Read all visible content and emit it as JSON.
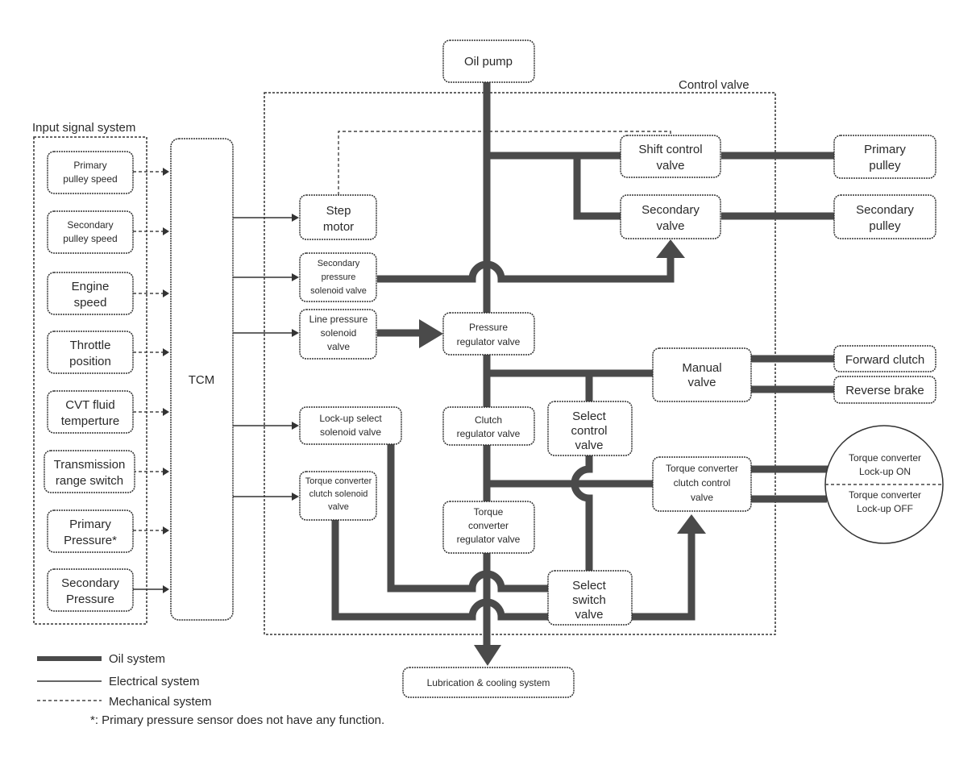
{
  "diagram": {
    "groups": {
      "input_signal_system": "Input signal system",
      "control_valve": "Control valve"
    },
    "inputs": [
      {
        "line1": "Primary",
        "line2": "pulley speed"
      },
      {
        "line1": "Secondary",
        "line2": "pulley speed"
      },
      {
        "line1": "Engine",
        "line2": "speed"
      },
      {
        "line1": "Throttle",
        "line2": "position"
      },
      {
        "line1": "CVT fluid",
        "line2": "temperture"
      },
      {
        "line1": "Transmission",
        "line2": "range switch"
      },
      {
        "line1": "Primary",
        "line2": "Pressure*"
      },
      {
        "line1": "Secondary",
        "line2": "Pressure"
      }
    ],
    "tcm": "TCM",
    "oil_pump": "Oil pump",
    "solenoids": {
      "step_motor": [
        "Step",
        "motor"
      ],
      "secondary_pressure_solenoid": [
        "Secondary",
        "pressure",
        "solenoid valve"
      ],
      "line_pressure_solenoid": [
        "Line pressure",
        "solenoid",
        "valve"
      ],
      "lockup_select_solenoid": [
        "Lock-up select",
        "solenoid valve"
      ],
      "tc_clutch_solenoid": [
        "Torque converter",
        "clutch solenoid",
        "valve"
      ]
    },
    "valves": {
      "shift_control": [
        "Shift control",
        "valve"
      ],
      "secondary_valve": [
        "Secondary",
        "valve"
      ],
      "pressure_regulator": [
        "Pressure",
        "regulator valve"
      ],
      "manual": [
        "Manual",
        "valve"
      ],
      "clutch_regulator": [
        "Clutch",
        "regulator valve"
      ],
      "select_control": [
        "Select",
        "control",
        "valve"
      ],
      "tc_clutch_control": [
        "Torque converter",
        "clutch control",
        "valve"
      ],
      "tc_regulator": [
        "Torque",
        "converter",
        "regulator valve"
      ],
      "select_switch": [
        "Select",
        "switch",
        "valve"
      ]
    },
    "outputs": {
      "primary_pulley": [
        "Primary",
        "pulley"
      ],
      "secondary_pulley": [
        "Secondary",
        "pulley"
      ],
      "forward_clutch": "Forward clutch",
      "reverse_brake": "Reverse brake",
      "lockup_on": [
        "Torque converter",
        "Lock-up ON"
      ],
      "lockup_off": [
        "Torque converter",
        "Lock-up OFF"
      ],
      "lubrication": "Lubrication & cooling system"
    },
    "legend": {
      "oil": "Oil system",
      "electrical": "Electrical system",
      "mechanical": "Mechanical system",
      "footnote": "*: Primary pressure sensor does not have any function."
    }
  }
}
